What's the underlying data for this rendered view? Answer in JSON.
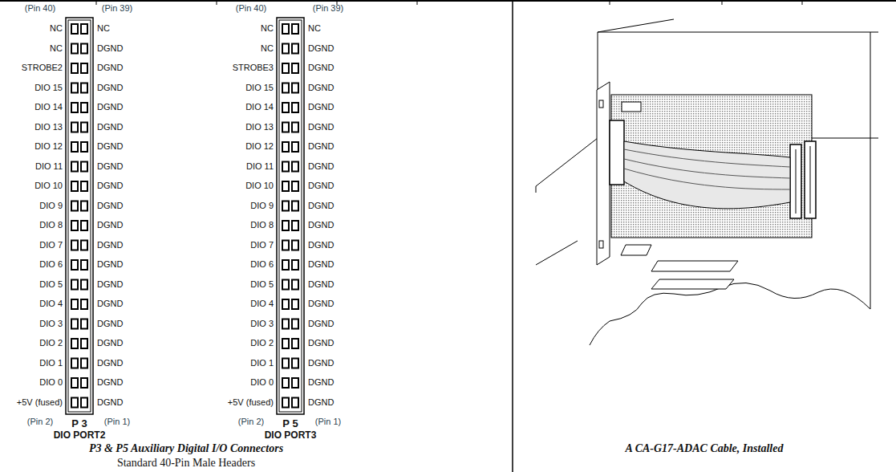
{
  "diagram": {
    "labels": [
      "(Pin 40)",
      "(Pin 39)",
      "NC",
      "NC",
      "STROBE2",
      "DIO 15",
      "DIO 14",
      "DIO 13",
      "DIO 12",
      "DIO 11",
      "DIO 10",
      "DIO 9",
      "DIO 8",
      "DIO 7",
      "DIO 6",
      "DIO 5",
      "DIO 4",
      "DIO 3",
      "DIO 2",
      "DIO 1",
      "DIO 0",
      "+5V (fused)",
      "NC",
      "DGND",
      "DGND",
      "DGND",
      "DGND",
      "DGND",
      "DGND",
      "DGND",
      "DGND",
      "DGND",
      "DGND",
      "DGND",
      "DGND",
      "DGND",
      "DGND",
      "DGND",
      "DGND",
      "DGND",
      "DGND",
      "DGND",
      "(Pin 2)",
      "P 3",
      "(Pin 1)",
      "DIO PORT2",
      "(Pin 40)",
      "(Pin 39)",
      "NC",
      "NC",
      "STROBE3",
      "DIO 15",
      "DIO 14",
      "DIO 13",
      "DIO 12",
      "DIO 11",
      "DIO 10",
      "DIO 9",
      "DIO 8",
      "DIO 7",
      "DIO 6",
      "DIO 5",
      "DIO 4",
      "DIO 3",
      "DIO 2",
      "DIO 1",
      "DIO 0",
      "+5V (fused)",
      "NC",
      "DGND",
      "DGND",
      "DGND",
      "DGND",
      "DGND",
      "DGND",
      "DGND",
      "DGND",
      "DGND",
      "DGND",
      "DGND",
      "DGND",
      "DGND",
      "DGND",
      "DGND",
      "DGND",
      "DGND",
      "DGND",
      "DGND",
      "(Pin 2)",
      "P 5",
      "(Pin 1)",
      "DIO PORT3",
      "P3 & P5 Auxiliary Digital I/O Connectors",
      "Standard 40-Pin Male Headers",
      "A CA-G17-ADAC Cable, Installed"
    ]
  }
}
